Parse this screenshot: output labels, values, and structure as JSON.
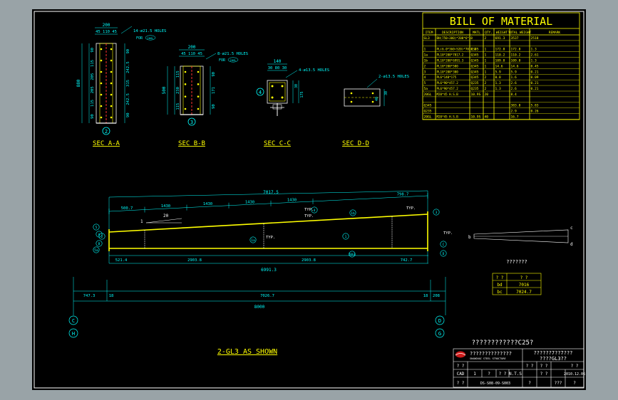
{
  "bom": {
    "title": "BILL OF MATERIAL",
    "headers": [
      "ITEM",
      "DESCRIPTION",
      "MATL",
      "QTY.",
      "WEIGHT",
      "TOTAL WEIGHT",
      "REMARK"
    ],
    "rows": [
      [
        "GL3",
        "BH(750~300)*200*6*10",
        "",
        "2",
        "691.3",
        "3537",
        "2518"
      ],
      [
        "",
        "",
        "",
        "",
        "",
        "",
        ""
      ],
      [
        "1",
        "PL(6.0*360~520)*7017.2",
        "Q345",
        "1",
        "172.8",
        "172.8",
        "1.3"
      ],
      [
        "1a",
        "PL10*200*7017.2",
        "Q345",
        "1",
        "110.2",
        "110.2",
        "2.61"
      ],
      [
        "1b",
        "PL10*200*6991.3",
        "Q345",
        "1",
        "109.8",
        "109.8",
        "1.3"
      ],
      [
        "2",
        "PL10*200*580",
        "Q345",
        "1",
        "14.6",
        "14.6",
        "0.45"
      ],
      [
        "3",
        "PL10*200*300",
        "Q345",
        "1",
        "5.9",
        "5.9",
        "0.21"
      ],
      [
        "4",
        "PL6*140*175",
        "Q345",
        "2",
        "0.8",
        "1.6",
        "0.09"
      ],
      [
        "5",
        "PL6*90*457.2",
        "Q235",
        "2",
        "1.3",
        "2.6",
        "0.21"
      ],
      [
        "5a",
        "PL6*90*457.2",
        "Q235",
        "2",
        "1.3",
        "2.6",
        "0.21"
      ],
      [
        "20GL",
        "M20*45 H.S.B",
        "10.9S",
        "20",
        "",
        "8.4",
        ""
      ],
      [
        "",
        "",
        "",
        "",
        "",
        "",
        ""
      ],
      [
        "Q345",
        "",
        "",
        "",
        "",
        "383.8",
        "5.83"
      ],
      [
        "Q235",
        "",
        "",
        "",
        "",
        "2.9",
        "0.26"
      ],
      [
        "20GL",
        "M20*45 H.S.B",
        "10.9S",
        "40",
        "",
        "16.7",
        ""
      ]
    ]
  },
  "sections": {
    "a": {
      "label": "SEC A-A",
      "dim_top": "200",
      "dim_top_sub": "45 110 45",
      "dim_left": "880",
      "dims_right": [
        "90",
        "242.5",
        "315",
        "242.5",
        "90"
      ],
      "dims_left_inner": [
        "90",
        "115",
        "205",
        "205",
        "115",
        "90"
      ],
      "note_holes": "14-ø21.5 HOLES",
      "note_for": "FOR",
      "bolt_tag": "20GL",
      "item_tag": "2"
    },
    "b": {
      "label": "SEC B-B",
      "dim_top": "200",
      "dim_top_sub": "45 110 45",
      "dim_left": "500",
      "dims_right": [
        "90",
        "171",
        "90"
      ],
      "dims_left_inner": [
        "115",
        "230",
        "115"
      ],
      "note_holes": "8-ø21.5 HOLES",
      "note_for": "FOR",
      "bolt_tag": "20GL",
      "item_tag": "3"
    },
    "c": {
      "label": "SEC C-C",
      "dim_top": "140",
      "dim_top_sub": "30 80 30",
      "dims_right": [
        "30",
        "175"
      ],
      "note_holes": "4-ø13.5 HOLES",
      "item_tag": "4"
    },
    "d": {
      "label": "SEC D-D",
      "note_holes": "2-ø13.5 HOLES",
      "dims_right": [
        "30",
        "40"
      ]
    }
  },
  "elevation": {
    "top_dim_total": "7017.5",
    "top_dims": [
      "500.7",
      "1430",
      "1430",
      "1430",
      "1430",
      "798.7"
    ],
    "slope_label": "20",
    "slope_rise": "1",
    "typ": "TYP.",
    "bottom_dims": [
      "521.4",
      "2903.8",
      "2903.8",
      "742.7"
    ],
    "bottom_total": "6991.3",
    "overall_dims": [
      "747.3",
      "18",
      "7026.7",
      "18",
      "208"
    ],
    "overall_total": "8000",
    "grids_left": [
      "C",
      "H"
    ],
    "grids_right": [
      "D",
      "G"
    ],
    "tags": [
      "A",
      "B",
      "C",
      "D",
      "1",
      "1a",
      "1b",
      "2",
      "3",
      "4",
      "5",
      "5a",
      "20GL"
    ],
    "title": "2-GL3 AS SHOWN"
  },
  "small_view": {
    "caption": "???????",
    "corner_labels": [
      "c",
      "d",
      "b"
    ],
    "table_headers": [
      "? ?",
      "? ?"
    ],
    "table_rows": [
      [
        "bd",
        "7016"
      ],
      [
        "bc",
        "7024.7"
      ]
    ]
  },
  "notes": {
    "main": "????????????C25?"
  },
  "title_block": {
    "company": "??????????????",
    "company_en": "SHANGHAI STEEL STRUCTURE",
    "drawing_name": "??????7??7???",
    "drawing_sub": "????GL3??",
    "r1": [
      "? ?",
      "? ?",
      "? ?",
      "? ?"
    ],
    "r2": [
      "CAD",
      "1",
      "?",
      "? ?",
      "N.T.S",
      "? ?",
      "2010.12.06"
    ],
    "r3": [
      "? ?",
      "DS-S08-09-S003",
      "?",
      "???",
      "?"
    ]
  }
}
